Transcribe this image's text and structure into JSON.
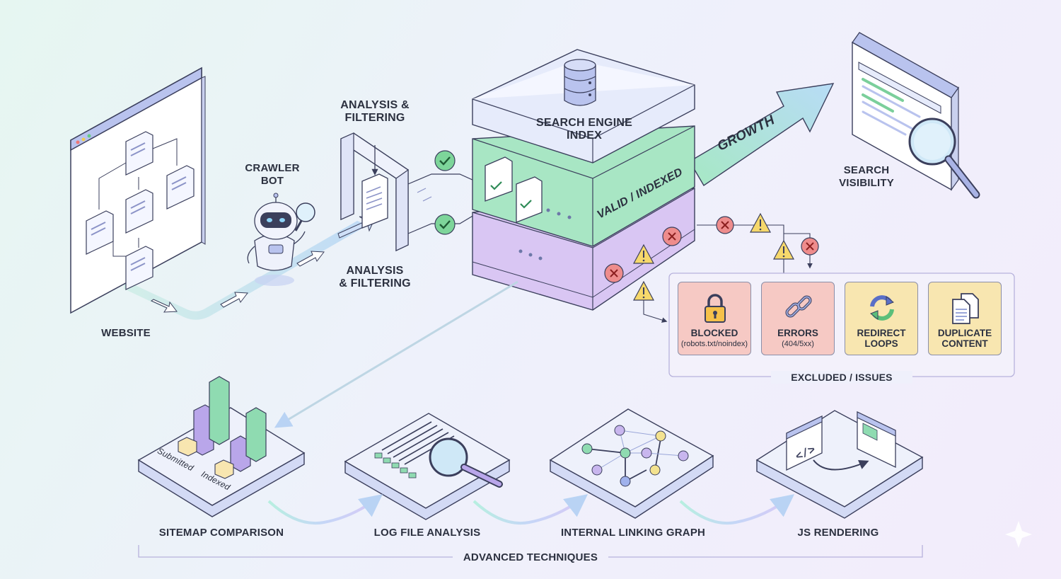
{
  "nodes": {
    "website": "WEBSITE",
    "crawler_bot": "CRAWLER\nBOT",
    "analysis_top": "ANALYSIS &\nFILTERING",
    "analysis_bottom": "ANALYSIS\n& FILTERING",
    "index": "SEARCH ENGINE\nINDEX",
    "valid_indexed": "VALID / INDEXED",
    "growth": "GROWTH",
    "search_visibility": "SEARCH\nVISIBILITY"
  },
  "issues": {
    "group_label": "EXCLUDED / ISSUES",
    "cards": [
      {
        "title": "BLOCKED",
        "subtitle": "(robots.txt/noindex)",
        "color": "#f6c9c4",
        "icon": "padlock-icon"
      },
      {
        "title": "ERRORS",
        "subtitle": "(404/5xx)",
        "color": "#f6c9c4",
        "icon": "broken-link-icon"
      },
      {
        "title": "REDIRECT\nLOOPS",
        "subtitle": "",
        "color": "#f8e6b0",
        "icon": "refresh-loop-icon"
      },
      {
        "title": "DUPLICATE\nCONTENT",
        "subtitle": "",
        "color": "#f8e6b0",
        "icon": "duplicate-docs-icon"
      }
    ]
  },
  "techniques": {
    "group_label": "ADVANCED TECHNIQUES",
    "items": [
      {
        "label": "SITEMAP COMPARISON",
        "bar_labels": [
          "Submitted",
          "Indexed"
        ]
      },
      {
        "label": "LOG FILE ANALYSIS"
      },
      {
        "label": "INTERNAL LINKING GRAPH"
      },
      {
        "label": "JS RENDERING"
      }
    ]
  },
  "colors": {
    "valid": "#a8e6c4",
    "excluded": "#d9c6f3",
    "top": "#e6ebfb",
    "error": "#e98a8a",
    "warning": "#f6d86b",
    "check": "#5bbf7a",
    "outline": "#3b3f5c"
  }
}
